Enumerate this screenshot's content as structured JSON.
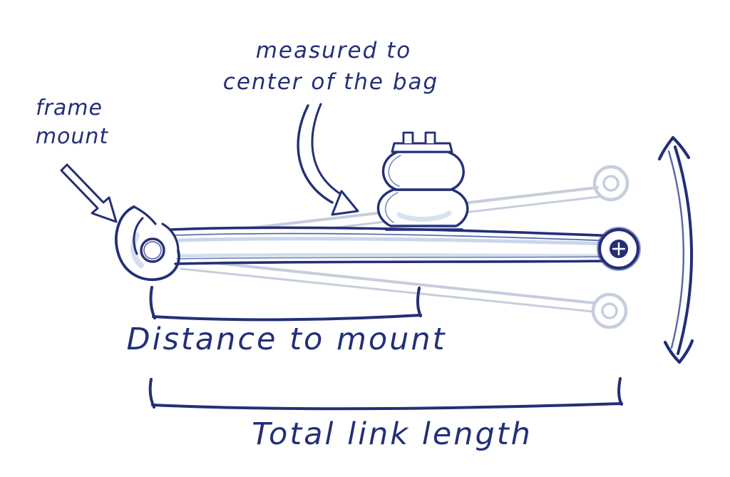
{
  "labels": {
    "frame_mount": [
      "frame",
      "mount"
    ],
    "measured": [
      "measured to",
      "center of the bag"
    ],
    "distance_to_mount": "Distance to mount",
    "total_link_length": "Total link length"
  },
  "colors": {
    "ink": "#232f77",
    "ink_soft": "#3a4a96",
    "shade": "#9db6dc",
    "ghost": "#c6cddc",
    "background": "#ffffff"
  }
}
